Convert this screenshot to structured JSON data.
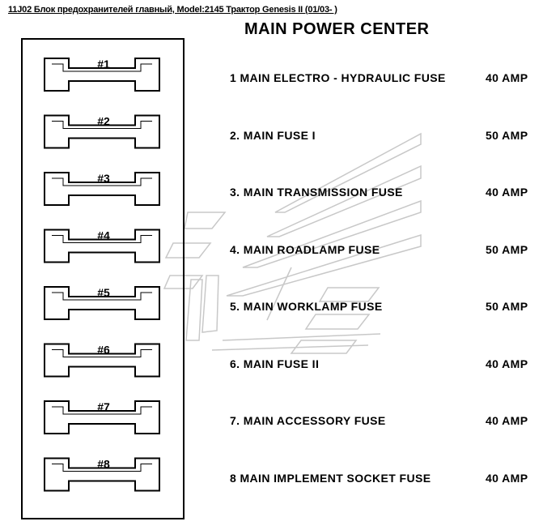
{
  "header": "11J02 Блок предохранителей главный, Model:2145 Трактор Genesis II (01/03- )",
  "title": "MAIN POWER CENTER",
  "fuses": [
    {
      "label": "#1",
      "name": "1  MAIN  ELECTRO - HYDRAULIC FUSE",
      "amp": "40 AMP"
    },
    {
      "label": "#2",
      "name": "2. MAIN FUSE I",
      "amp": "50 AMP"
    },
    {
      "label": "#3",
      "name": "3. MAIN TRANSMISSION FUSE",
      "amp": "40 AMP"
    },
    {
      "label": "#4",
      "name": "4. MAIN ROADLAMP FUSE",
      "amp": "50 AMP"
    },
    {
      "label": "#5",
      "name": "5. MAIN WORKLAMP FUSE",
      "amp": "50 AMP"
    },
    {
      "label": "#6",
      "name": "6. MAIN FUSE II",
      "amp": "40 AMP"
    },
    {
      "label": "#7",
      "name": "7. MAIN ACCESSORY FUSE",
      "amp": "40 AMP"
    },
    {
      "label": "#8",
      "name": "8  MAIN IMPLEMENT SOCKET FUSE",
      "amp": "40 AMP"
    }
  ]
}
